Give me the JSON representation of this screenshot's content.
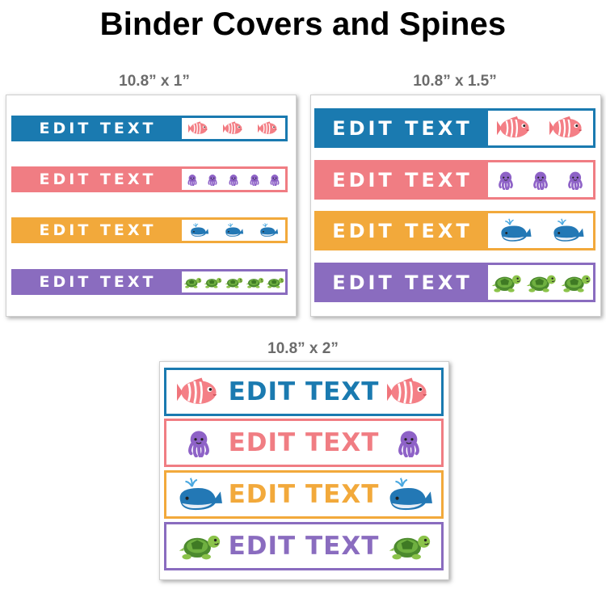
{
  "title": "Binder Covers and Spines",
  "sections": [
    {
      "size_label": "10.8” x 1”",
      "strips": [
        {
          "text": "EDIT TEXT",
          "color": "#1a7ab0",
          "icon": "fish-icon",
          "count": 3
        },
        {
          "text": "EDIT TEXT",
          "color": "#f07d83",
          "icon": "octopus-icon",
          "count": 5
        },
        {
          "text": "EDIT TEXT",
          "color": "#f2a93b",
          "icon": "whale-icon",
          "count": 3
        },
        {
          "text": "EDIT TEXT",
          "color": "#8a6cbf",
          "icon": "turtle-icon",
          "count": 5
        }
      ]
    },
    {
      "size_label": "10.8” x 1.5”",
      "strips": [
        {
          "text": "EDIT TEXT",
          "color": "#1a7ab0",
          "icon": "fish-icon",
          "count": 2
        },
        {
          "text": "EDIT TEXT",
          "color": "#f07d83",
          "icon": "octopus-icon",
          "count": 3
        },
        {
          "text": "EDIT TEXT",
          "color": "#f2a93b",
          "icon": "whale-icon",
          "count": 2
        },
        {
          "text": "EDIT TEXT",
          "color": "#8a6cbf",
          "icon": "turtle-icon",
          "count": 3
        }
      ]
    },
    {
      "size_label": "10.8” x 2”",
      "strips": [
        {
          "text": "EDIT TEXT",
          "color": "#1a7ab0",
          "icon": "fish-icon"
        },
        {
          "text": "EDIT TEXT",
          "color": "#f07d83",
          "icon": "octopus-icon"
        },
        {
          "text": "EDIT TEXT",
          "color": "#f2a93b",
          "icon": "whale-icon"
        },
        {
          "text": "EDIT TEXT",
          "color": "#8a6cbf",
          "icon": "turtle-icon"
        }
      ]
    }
  ]
}
